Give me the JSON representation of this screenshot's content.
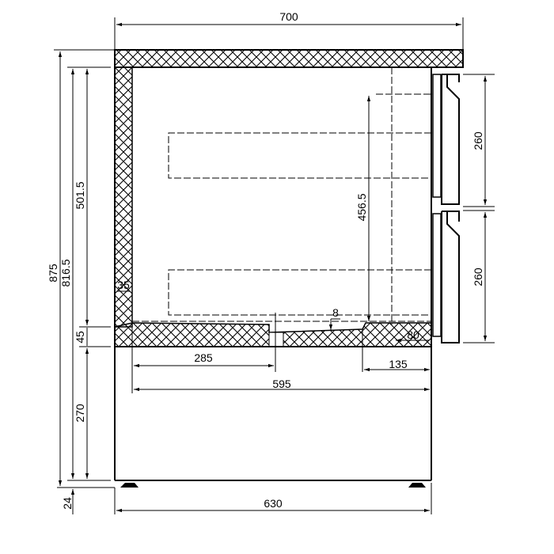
{
  "drawing": {
    "title": "Undercounter refrigerator side section view",
    "units": "mm",
    "dimensions": {
      "overall_depth": "700",
      "base_depth": "630",
      "overall_height": "875",
      "height_without_feet": "816.5",
      "interior_height": "501.5",
      "floor_insulation": "45",
      "compressor_space": "270",
      "feet_height": "24",
      "wall_insulation": "35",
      "interior_depth": "595",
      "compressor_step_depth": "285",
      "drawer_height_upper": "260",
      "drawer_height_lower": "260",
      "drawer_rail_height": "456.5",
      "floor_step": "8",
      "front_step_depth": "135",
      "front_insulation": "80"
    }
  }
}
